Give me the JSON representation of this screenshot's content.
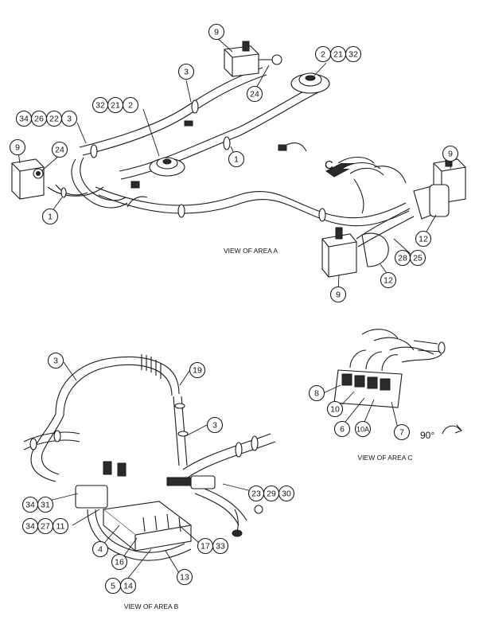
{
  "captions": {
    "area_a": "VIEW OF AREA A",
    "area_b": "VIEW OF AREA B",
    "area_c": "VIEW OF AREA C",
    "letter_c": "C",
    "rotation": "90°"
  },
  "callouts": {
    "a": [
      {
        "group": [
          "9"
        ]
      },
      {
        "group": [
          "2",
          "21",
          "32"
        ]
      },
      {
        "group": [
          "3"
        ]
      },
      {
        "group": [
          "24"
        ]
      },
      {
        "group": [
          "34",
          "26",
          "22",
          "3"
        ]
      },
      {
        "group": [
          "32",
          "21",
          "2"
        ]
      },
      {
        "group": [
          "9"
        ]
      },
      {
        "group": [
          "24"
        ]
      },
      {
        "group": [
          "1"
        ]
      },
      {
        "group": [
          "1"
        ]
      },
      {
        "group": [
          "9"
        ]
      },
      {
        "group": [
          "12"
        ]
      },
      {
        "group": [
          "28",
          "25"
        ]
      },
      {
        "group": [
          "12"
        ]
      },
      {
        "group": [
          "9"
        ]
      }
    ],
    "b": [
      {
        "group": [
          "3"
        ]
      },
      {
        "group": [
          "19"
        ]
      },
      {
        "group": [
          "3"
        ]
      },
      {
        "group": [
          "34",
          "31"
        ]
      },
      {
        "group": [
          "34",
          "27",
          "11"
        ]
      },
      {
        "group": [
          "23",
          "29",
          "30"
        ]
      },
      {
        "group": [
          "4"
        ]
      },
      {
        "group": [
          "16"
        ]
      },
      {
        "group": [
          "17",
          "33"
        ]
      },
      {
        "group": [
          "13"
        ]
      },
      {
        "group": [
          "5",
          "14"
        ]
      }
    ],
    "c": [
      {
        "group": [
          "8"
        ]
      },
      {
        "group": [
          "10"
        ]
      },
      {
        "group": [
          "6"
        ]
      },
      {
        "group": [
          "10A"
        ]
      },
      {
        "group": [
          "7"
        ]
      }
    ]
  }
}
